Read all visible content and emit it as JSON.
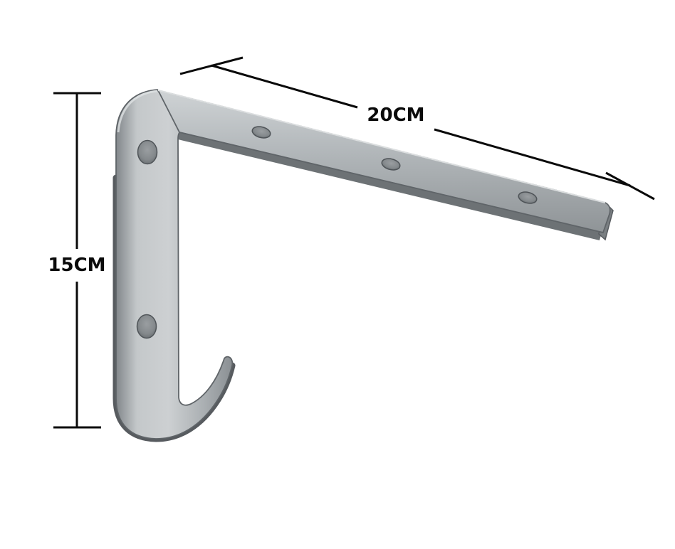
{
  "diagram": {
    "type": "product-dimension-diagram",
    "subject": "L-shaped metal shelf bracket with screw holes and bottom hook",
    "labels": {
      "width": "20CM",
      "height": "15CM"
    },
    "colors": {
      "background": "#ffffff",
      "dimension_line": "#0a0a0a",
      "label_text": "#0a0a0a",
      "metal_light": "#d3d6d8",
      "metal_mid": "#a7acb0",
      "metal_dark": "#6d7275",
      "metal_edge": "#54585c"
    }
  }
}
